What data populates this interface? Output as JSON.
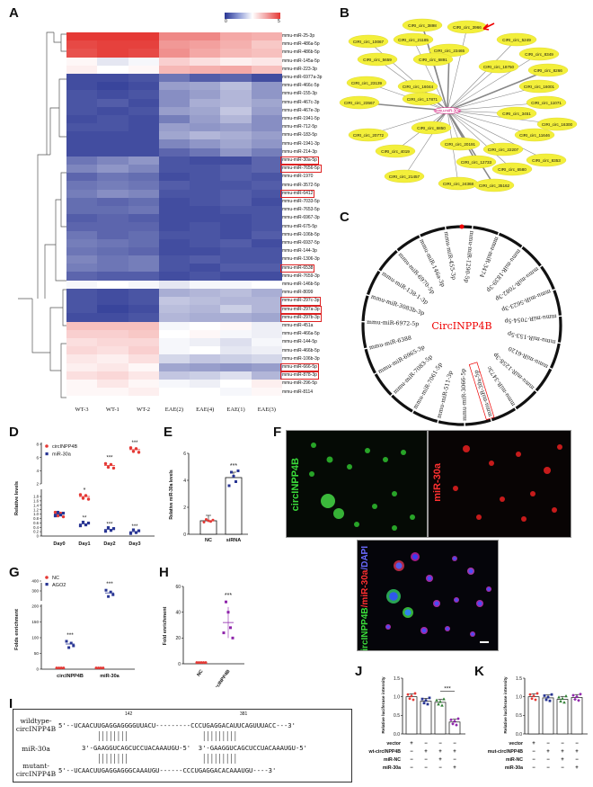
{
  "panels": {
    "A": "A",
    "B": "B",
    "C": "C",
    "D": "D",
    "E": "E",
    "F": "F",
    "G": "G",
    "H": "H",
    "I": "I",
    "J": "J",
    "K": "K"
  },
  "heatmap": {
    "colorbar_min": "0",
    "colorbar_max": "5",
    "columns": [
      "WT-3",
      "WT-1",
      "WT-2",
      "EAE(2)",
      "EAE(4)",
      "EAE(1)",
      "EAE(3)"
    ],
    "rows": [
      {
        "name": "mmu-miR-25-3p",
        "boxed": false,
        "v": [
          5,
          5,
          5,
          4,
          4,
          3.6,
          3.5
        ]
      },
      {
        "name": "mmu-miR-486a-5p",
        "boxed": false,
        "v": [
          4.8,
          4.9,
          4.9,
          3.8,
          3.7,
          3.5,
          3.2
        ]
      },
      {
        "name": "mmu-miR-486b-5p",
        "boxed": false,
        "v": [
          4.7,
          4.9,
          4.8,
          3.9,
          3.6,
          3.4,
          3.3
        ]
      },
      {
        "name": "mmu-miR-145a-5p",
        "boxed": false,
        "v": [
          2.6,
          2.2,
          2.4,
          3.1,
          2.9,
          2.7,
          2.8
        ]
      },
      {
        "name": "mmu-miR-223-3p",
        "boxed": false,
        "v": [
          2.7,
          2.5,
          2.6,
          3.4,
          3.5,
          3.6,
          3.3
        ]
      },
      {
        "name": "mmu-miR-6977a-3p",
        "boxed": false,
        "v": [
          0.3,
          0.3,
          0.4,
          0.8,
          0.5,
          0.6,
          0.3
        ]
      },
      {
        "name": "mmu-miR-466c-5p",
        "boxed": false,
        "v": [
          0.3,
          0.2,
          0.3,
          1.3,
          1.4,
          1.7,
          1.2
        ]
      },
      {
        "name": "mmu-miR-155-3p",
        "boxed": false,
        "v": [
          0.4,
          0.3,
          0.4,
          1.1,
          1.3,
          1.6,
          1.2
        ]
      },
      {
        "name": "mmu-miR-467c-3p",
        "boxed": false,
        "v": [
          0.4,
          0.5,
          0.3,
          1.1,
          1.5,
          1.6,
          1.4
        ]
      },
      {
        "name": "mmu-miR-467e-3p",
        "boxed": false,
        "v": [
          0.4,
          0.3,
          0.4,
          1.3,
          1.4,
          1.8,
          1.3
        ]
      },
      {
        "name": "mmu-miR-1941-5p",
        "boxed": false,
        "v": [
          0.3,
          0.4,
          0.3,
          0.9,
          1.3,
          1.6,
          1.1
        ]
      },
      {
        "name": "mmu-miR-712-5p",
        "boxed": false,
        "v": [
          0.4,
          0.4,
          0.3,
          1.3,
          1.2,
          1.3,
          1.1
        ]
      },
      {
        "name": "mmu-miR-183-5p",
        "boxed": false,
        "v": [
          0.3,
          0.3,
          0.3,
          1.4,
          1.6,
          1.5,
          1.3
        ]
      },
      {
        "name": "mmu-miR-1941-3p",
        "boxed": false,
        "v": [
          0.3,
          0.3,
          0.3,
          1.0,
          1.2,
          1.4,
          1.2
        ]
      },
      {
        "name": "mmu-miR-214-3p",
        "boxed": false,
        "v": [
          0.3,
          0.3,
          0.3,
          0.6,
          0.8,
          1.2,
          0.9
        ]
      },
      {
        "name": "mmu-miR-30a-5p",
        "boxed": true,
        "v": [
          0.8,
          1.0,
          1.2,
          0.4,
          0.3,
          0.3,
          0.6
        ]
      },
      {
        "name": "mmu-miR-7656-5p",
        "boxed": true,
        "v": [
          1.0,
          1.2,
          1.0,
          0.4,
          0.4,
          0.5,
          0.6
        ]
      },
      {
        "name": "mmu-miR-1970",
        "boxed": false,
        "v": [
          0.6,
          0.8,
          0.7,
          0.3,
          0.4,
          0.5,
          0.4
        ]
      },
      {
        "name": "mmu-miR-3572-5p",
        "boxed": false,
        "v": [
          0.8,
          0.9,
          0.8,
          0.5,
          0.4,
          0.4,
          0.5
        ]
      },
      {
        "name": "mmu-miR-6412",
        "boxed": true,
        "v": [
          0.9,
          1.1,
          1.0,
          0.4,
          0.4,
          0.5,
          0.4
        ]
      },
      {
        "name": "mmu-miR-7033-5p",
        "boxed": false,
        "v": [
          0.7,
          0.6,
          0.7,
          0.3,
          0.4,
          0.5,
          0.3
        ]
      },
      {
        "name": "mmu-miR-7653-5p",
        "boxed": false,
        "v": [
          0.7,
          0.7,
          0.8,
          0.3,
          0.3,
          0.4,
          0.4
        ]
      },
      {
        "name": "mmu-miR-6967-3p",
        "boxed": false,
        "v": [
          0.5,
          0.6,
          0.5,
          0.3,
          0.3,
          0.3,
          0.4
        ]
      },
      {
        "name": "mmu-miR-675-5p",
        "boxed": false,
        "v": [
          0.6,
          0.6,
          0.6,
          0.3,
          0.4,
          0.3,
          0.4
        ]
      },
      {
        "name": "mmu-miR-106b-5p",
        "boxed": false,
        "v": [
          0.8,
          0.6,
          0.7,
          0.4,
          0.4,
          0.3,
          0.5
        ]
      },
      {
        "name": "mmu-miR-6937-5p",
        "boxed": false,
        "v": [
          0.9,
          0.8,
          0.7,
          0.3,
          0.4,
          0.5,
          0.3
        ]
      },
      {
        "name": "mmu-miR-144-3p",
        "boxed": false,
        "v": [
          0.8,
          0.7,
          0.6,
          0.3,
          0.3,
          0.4,
          0.4
        ]
      },
      {
        "name": "mmu-miR-1306-3p",
        "boxed": false,
        "v": [
          1.0,
          0.8,
          0.9,
          0.4,
          0.5,
          0.4,
          0.4
        ]
      },
      {
        "name": "mmu-miR-6538",
        "boxed": true,
        "v": [
          0.9,
          0.8,
          0.9,
          0.4,
          0.3,
          0.5,
          0.5
        ]
      },
      {
        "name": "mmu-miR-7659-3p",
        "boxed": false,
        "v": [
          0.6,
          0.5,
          0.5,
          0.3,
          0.4,
          0.3,
          0.3
        ]
      },
      {
        "name": "mmu-miR-146b-5p",
        "boxed": false,
        "v": [
          2.4,
          2.5,
          2.4,
          2.2,
          2.4,
          2.4,
          2.5
        ]
      },
      {
        "name": "mmu-miR-8099",
        "boxed": false,
        "v": [
          0.4,
          0.3,
          0.4,
          1.5,
          1.6,
          1.7,
          1.5
        ]
      },
      {
        "name": "mmu-miR-297c-3p",
        "boxed": true,
        "v": [
          0.4,
          0.3,
          0.4,
          1.8,
          1.7,
          1.6,
          1.6
        ]
      },
      {
        "name": "mmu-miR-297a-3p",
        "boxed": true,
        "v": [
          0.4,
          0.2,
          0.3,
          1.7,
          1.6,
          1.9,
          1.6
        ]
      },
      {
        "name": "mmu-miR-297b-3p",
        "boxed": true,
        "v": [
          0.3,
          0.3,
          0.4,
          1.6,
          1.5,
          1.5,
          1.4
        ]
      },
      {
        "name": "mmu-miR-451a",
        "boxed": false,
        "v": [
          3.3,
          3.3,
          3.3,
          2.4,
          2.5,
          2.6,
          2.3
        ]
      },
      {
        "name": "mmu-miR-466a-5p",
        "boxed": false,
        "v": [
          3.1,
          3.1,
          3.2,
          2.5,
          2.6,
          2.4,
          2.3
        ]
      },
      {
        "name": "mmu-miR-144-5p",
        "boxed": false,
        "v": [
          2.9,
          3.0,
          3.0,
          2.4,
          2.3,
          2.1,
          2.4
        ]
      },
      {
        "name": "mmu-miR-466b-5p",
        "boxed": false,
        "v": [
          3.0,
          2.9,
          3.1,
          2.4,
          2.5,
          2.2,
          2.3
        ]
      },
      {
        "name": "mmu-miR-106b-3p",
        "boxed": false,
        "v": [
          2.8,
          2.7,
          2.9,
          2.0,
          1.8,
          1.9,
          2.0
        ]
      },
      {
        "name": "mmu-miR-666-5p",
        "boxed": true,
        "v": [
          2.7,
          2.8,
          2.6,
          1.4,
          1.3,
          1.2,
          1.3
        ]
      },
      {
        "name": "mmu-miR-878-3p",
        "boxed": true,
        "v": [
          2.9,
          3.0,
          2.8,
          1.8,
          1.9,
          2.1,
          1.6
        ]
      },
      {
        "name": "mmu-miR-296-5p",
        "boxed": false,
        "v": [
          2.6,
          2.8,
          2.6,
          2.4,
          2.3,
          2.5,
          2.7
        ]
      },
      {
        "name": "mmu-miR-8114",
        "boxed": false,
        "v": [
          2.6,
          2.6,
          2.7,
          2.5,
          2.5,
          2.4,
          2.6
        ]
      }
    ]
  },
  "network": {
    "center": "mmu-miR-30a",
    "nodes": [
      "CIRI_circ_3898",
      "CIRI_circ_3966",
      "CIRI_circ_10067",
      "CIRI_circ_21185",
      "CIRI_circ_5249",
      "CIRI_circ_23465",
      "CIRI_circ_8349",
      "CIRI_circ_5659",
      "CIRI_circ_6891",
      "CIRI_circ_18750",
      "CIRI_circ_8266",
      "CIRI_circ_23139",
      "CIRI_circ_16001",
      "CIRI_circ_16044",
      "CIRI_circ_11071",
      "CIRI_circ_23567",
      "CIRI_circ_17871",
      "CIRI_circ_3451",
      "CIRI_circ_16300",
      "CIRI_circ_20772",
      "CIRI_circ_6850",
      "CIRI_circ_11646",
      "CIRI_circ_20191",
      "CIRI_circ_22207",
      "CIRI_circ_4019",
      "CIRI_circ_12733",
      "CIRI_circ_8353",
      "CIRI_circ_6580",
      "CIRI_circ_21457",
      "CIRI_circ_24368",
      "CIRI_circ_35162"
    ]
  },
  "circ_map": {
    "name": "CircINPP4B",
    "mirnas": [
      "mmu-miR-1290-5p",
      "mmu-miR-3474",
      "mmu-miR-1839-3p",
      "mmu-miR-7082-3p",
      "mmu-miR-5623-3p",
      "mmu-miR-7054-5p",
      "mmu-miR-153-5p",
      "mmu-miR-6120",
      "mmu-miR-1258-3p",
      "mmu-miR-3473c",
      "mmu-miR-30a-5p",
      "mmu-miR-3066-5p",
      "mmu-miR-511-3p",
      "mmu-miR-7061-5p",
      "mmu-miR-7083-5p",
      "mmu-miR-6965-3p",
      "mmu-miR-6388",
      "mmu-miR-6972-5p",
      "mmu-miR-3083b-3p",
      "mmu-miR-138-1-3p",
      "mmu-miR-6970-5p",
      "mmu-miR-146a-3p",
      "mmu-miR-455-3p"
    ]
  },
  "chart_D": {
    "legend": [
      "circINPP4B",
      "miR-30a"
    ],
    "ylabel": "Relative levels",
    "categories": [
      "Day0",
      "Day1",
      "Day2",
      "Day3"
    ],
    "yticks_low": [
      "0",
      "0.2",
      "0.4",
      "0.6",
      "0.8",
      "1.0",
      "1.2",
      "1.4",
      "1.6",
      "1.8"
    ],
    "yticks_high": [
      "2",
      "4",
      "6",
      "8"
    ],
    "sig": [
      "*",
      "***",
      "***",
      "**",
      "***",
      "***"
    ]
  },
  "chart_E": {
    "ylabel": "Relative miR-30a levels",
    "categories": [
      "NC",
      "siRNA"
    ],
    "yticks": [
      "0",
      "2",
      "4",
      "6"
    ],
    "sig": "***"
  },
  "chart_G": {
    "legend": [
      "NC",
      "AGO2"
    ],
    "ylabel": "Folds enrichment",
    "categories": [
      "circINPP4B",
      "miR-30a"
    ],
    "yticks": [
      "0",
      "50",
      "100",
      "150",
      "200",
      "300",
      "400"
    ],
    "sig": [
      "***",
      "***"
    ]
  },
  "chart_H": {
    "ylabel": "Fold enrichment",
    "categories": [
      "NC",
      "Bio-circINPP4B"
    ],
    "yticks": [
      "0",
      "20",
      "40",
      "60"
    ],
    "sig": "***"
  },
  "chart_data": [
    {
      "type": "scatter",
      "title": "",
      "xlabel": "",
      "ylabel": "Relative levels",
      "categories": [
        "Day0",
        "Day1",
        "Day2",
        "Day3"
      ],
      "series": [
        {
          "name": "circINPP4B",
          "values": [
            1.0,
            1.8,
            4.8,
            7.2
          ]
        },
        {
          "name": "miR-30a",
          "values": [
            1.0,
            0.55,
            0.3,
            0.2
          ]
        }
      ]
    },
    {
      "type": "bar",
      "title": "",
      "xlabel": "",
      "ylabel": "Relative miR-30a levels",
      "categories": [
        "NC",
        "siRNA"
      ],
      "values": [
        1.0,
        4.2
      ],
      "ylim": [
        0,
        6
      ]
    },
    {
      "type": "scatter",
      "title": "",
      "xlabel": "",
      "ylabel": "Folds enrichment",
      "categories": [
        "circINPP4B",
        "miR-30a"
      ],
      "series": [
        {
          "name": "NC",
          "values": [
            1,
            1
          ]
        },
        {
          "name": "AGO2",
          "values": [
            80,
            280
          ]
        }
      ]
    },
    {
      "type": "bar",
      "title": "",
      "xlabel": "",
      "ylabel": "Fold enrichment",
      "categories": [
        "NC",
        "Bio-circINPP4B"
      ],
      "values": [
        1,
        32
      ],
      "ylim": [
        0,
        60
      ]
    },
    {
      "type": "bar",
      "title": "",
      "xlabel": "",
      "ylabel": "Relative luciferase intensity",
      "categories": [
        "1",
        "2",
        "3",
        "4"
      ],
      "values": [
        1.0,
        0.88,
        0.85,
        0.32
      ],
      "ylim": [
        0,
        1.5
      ]
    },
    {
      "type": "bar",
      "title": "",
      "xlabel": "",
      "ylabel": "Relative luciferase intensity",
      "categories": [
        "1",
        "2",
        "3",
        "4"
      ],
      "values": [
        1.0,
        0.97,
        0.93,
        0.98
      ],
      "ylim": [
        0,
        1.5
      ]
    }
  ],
  "micro": {
    "green": "circINPP4B",
    "red": "miR-30a",
    "merge_a": "circINPP4B",
    "merge_b": "/miR-30a",
    "merge_c": "/DAPI"
  },
  "seq": {
    "pos1": "142",
    "pos2": "381",
    "wt_label_1": "wildtype-",
    "wt_label_2": "circINPP4B",
    "mir_label": "miR-30a",
    "mut_label_1": "mutant-",
    "mut_label_2": "circINPP4B",
    "wt_line": "5'--UCAACUUGAGGAGGGGUUACU---------CCCUGAGGACAUUCAGUUUACC---3'",
    "mir_line": "      3'-GAAGGUCAGCUCCUACAAAUGU-5'  3'-GAAGGUCAGCUCCUACAAAUGU-5'",
    "mut_line": "5'--UCAACUUGAGGAGGGCAAAUGU------CCCUGAGGACACAAAUGU----3'"
  },
  "chart_J": {
    "ylabel": "Relative luciferase intensity",
    "yticks": [
      "0.0",
      "0.5",
      "1.0",
      "1.5"
    ],
    "rows": [
      {
        "label": "vector",
        "marks": [
          "+",
          "−",
          "−",
          "−"
        ]
      },
      {
        "label": "wt-circINPP4B",
        "marks": [
          "−",
          "+",
          "+",
          "+"
        ]
      },
      {
        "label": "miR-NC",
        "marks": [
          "−",
          "−",
          "+",
          "−"
        ]
      },
      {
        "label": "miR-30a",
        "marks": [
          "−",
          "−",
          "−",
          "+"
        ]
      }
    ],
    "sig": "***"
  },
  "chart_K": {
    "ylabel": "Relative luciferase intensity",
    "yticks": [
      "0.0",
      "0.5",
      "1.0",
      "1.5"
    ],
    "rows": [
      {
        "label": "vector",
        "marks": [
          "+",
          "−",
          "−",
          "−"
        ]
      },
      {
        "label": "mut-circINPP4B",
        "marks": [
          "−",
          "+",
          "+",
          "+"
        ]
      },
      {
        "label": "miR-NC",
        "marks": [
          "−",
          "−",
          "+",
          "−"
        ]
      },
      {
        "label": "miR-30a",
        "marks": [
          "−",
          "−",
          "−",
          "+"
        ]
      }
    ]
  },
  "colors": {
    "red": "#e53935",
    "blue": "#283593",
    "green": "#2e7d32",
    "purple": "#8e24aa",
    "node": "#f3ef3a",
    "center": "#d0006f"
  }
}
